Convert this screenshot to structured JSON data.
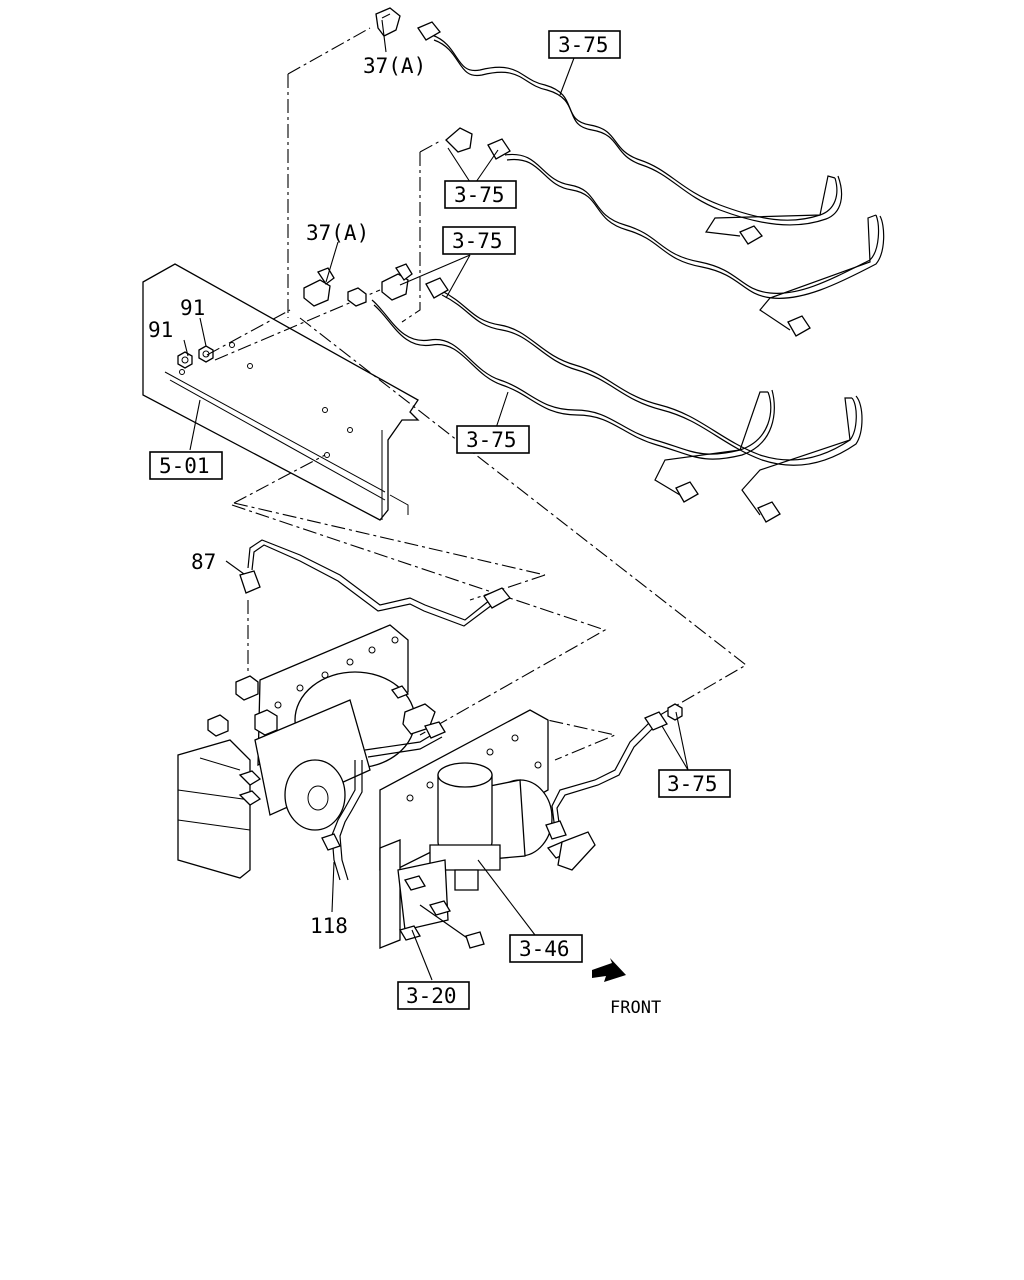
{
  "callouts": {
    "c37a_top": "37(A)",
    "c37a_mid": "37(A)",
    "c375_a": "3-75",
    "c375_b": "3-75",
    "c375_c": "3-75",
    "c375_d": "3-75",
    "c375_e": "3-75",
    "c91_a": "91",
    "c91_b": "91",
    "c501": "5-01",
    "c87": "87",
    "c118": "118",
    "c346": "3-46",
    "c320": "3-20"
  },
  "front_label": "FRONT"
}
